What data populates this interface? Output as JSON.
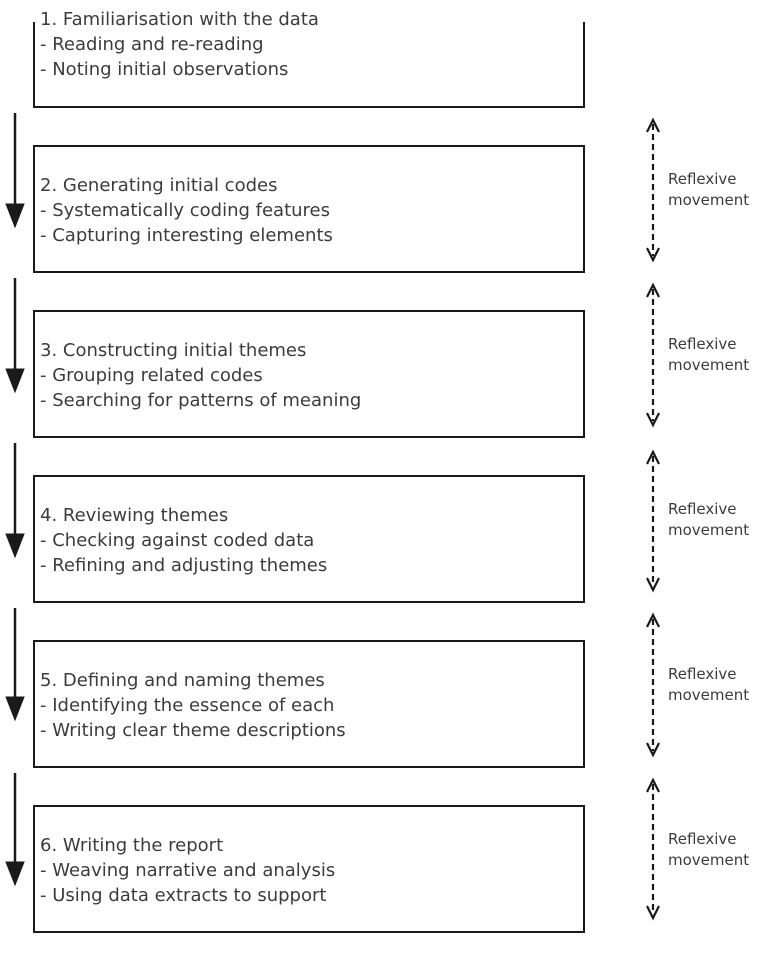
{
  "diagram": {
    "boxes": [
      {
        "title": "1. Familiarisation with the data",
        "bullets": [
          "- Reading and re-reading",
          "- Noting initial observations"
        ]
      },
      {
        "title": "2. Generating initial codes",
        "bullets": [
          "- Systematically coding features",
          "- Capturing interesting elements"
        ]
      },
      {
        "title": "3. Constructing initial themes",
        "bullets": [
          "- Grouping related codes",
          "- Searching for patterns of meaning"
        ]
      },
      {
        "title": "4. Reviewing themes",
        "bullets": [
          "- Checking against coded data",
          "- Refining and adjusting themes"
        ]
      },
      {
        "title": "5. Defining and naming themes",
        "bullets": [
          "- Identifying the essence of each",
          "- Writing clear theme descriptions"
        ]
      },
      {
        "title": "6. Writing the report",
        "bullets": [
          "- Weaving narrative and analysis",
          "- Using data extracts to support"
        ]
      }
    ],
    "reflexive_movement_labels": [
      {
        "line1": "Reflexive",
        "line2": "movement"
      },
      {
        "line1": "Reflexive",
        "line2": "movement"
      },
      {
        "line1": "Reflexive",
        "line2": "movement"
      },
      {
        "line1": "Reflexive",
        "line2": "movement"
      },
      {
        "line1": "Reflexive",
        "line2": "movement"
      }
    ],
    "colors": {
      "line": "#1a1a1a",
      "text": "#3c3c3c",
      "background": "#ffffff"
    }
  }
}
